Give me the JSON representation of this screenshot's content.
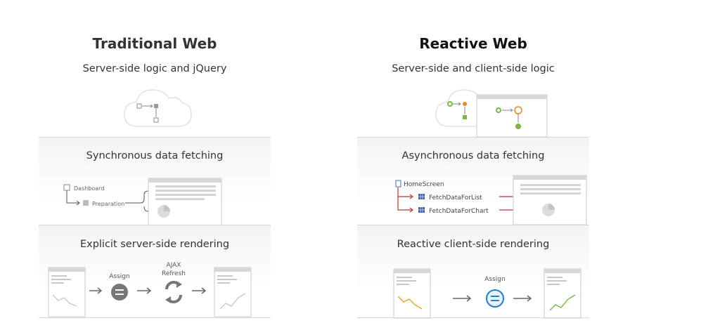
{
  "left": {
    "title": "Traditional Web",
    "subtitle": "Server-side logic and jQuery",
    "section1": "Synchronous data fetching",
    "section2": "Explicit server-side rendering",
    "tree_root": "Dashboard",
    "tree_child": "Preparation",
    "assign_label": "Assign",
    "ajax_label_1": "AJAX",
    "ajax_label_2": "Refresh"
  },
  "right": {
    "title": "Reactive Web",
    "subtitle": "Server-side and client-side logic",
    "section1": "Asynchronous data fetching",
    "section2": "Reactive client-side rendering",
    "tree_root": "HomeScreen",
    "tree_child_1": "FetchDataForList",
    "tree_child_2": "FetchDataForChart",
    "assign_label": "Assign"
  },
  "colors": {
    "arrow_red": "#c0392b",
    "node_green": "#7ab648",
    "node_orange": "#e8891c",
    "assign_blue": "#1f7fd6",
    "chart_orange": "#f0a020",
    "chart_green": "#7ab648"
  }
}
